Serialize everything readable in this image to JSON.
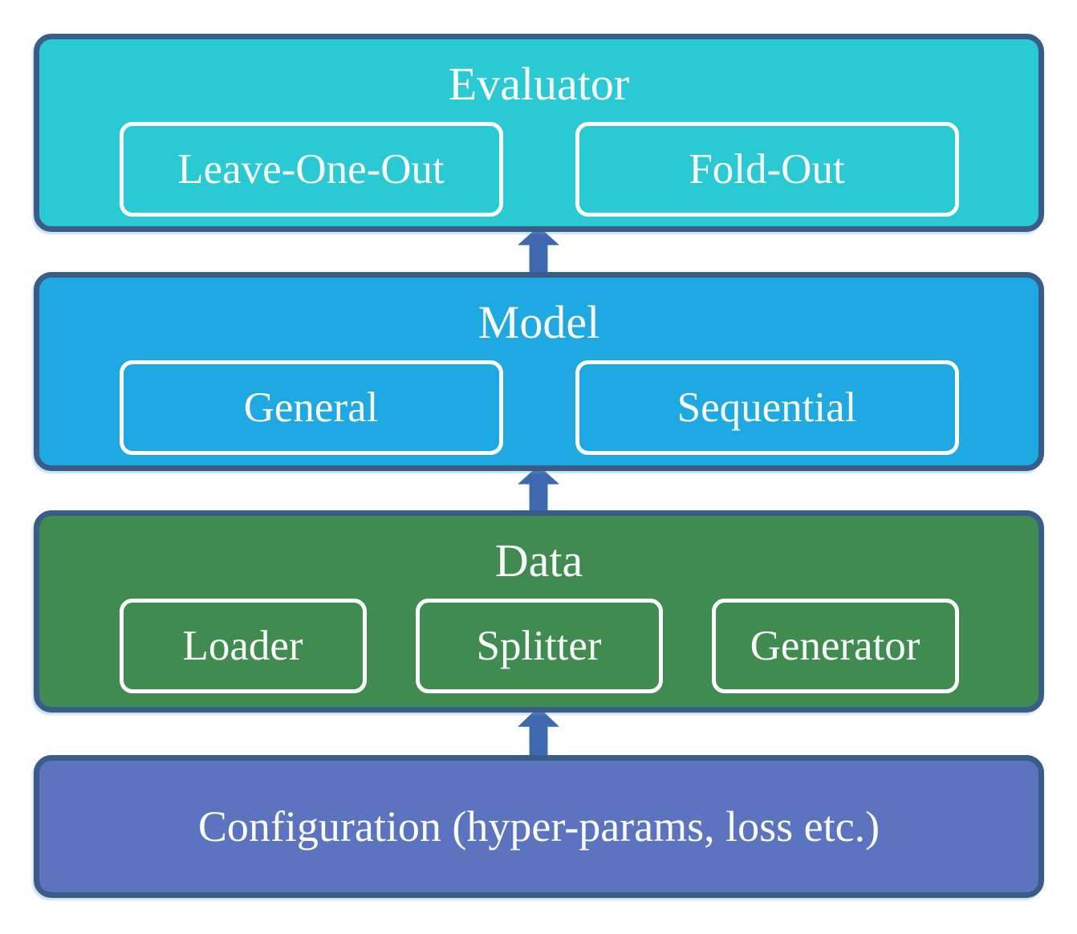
{
  "diagram": {
    "background": "#FFFFFF",
    "outer_border_color": "#3A5C88",
    "arrow_color": "#3E68B0",
    "inner_border_color": "#FFFFFF",
    "text_color": "#FAFCFB",
    "layers": [
      {
        "title": "Evaluator",
        "fill": "#29CAD4",
        "children": [
          {
            "label": "Leave-One-Out"
          },
          {
            "label": "Fold-Out"
          }
        ]
      },
      {
        "title": "Model",
        "fill": "#1EA9E2",
        "children": [
          {
            "label": "General"
          },
          {
            "label": "Sequential"
          }
        ]
      },
      {
        "title": "Data",
        "fill": "#3F8B50",
        "children": [
          {
            "label": "Loader"
          },
          {
            "label": "Splitter"
          },
          {
            "label": "Generator"
          }
        ]
      },
      {
        "title": "Configuration (hyper-params, loss etc.)",
        "fill": "#5C73C0",
        "children": []
      }
    ]
  }
}
